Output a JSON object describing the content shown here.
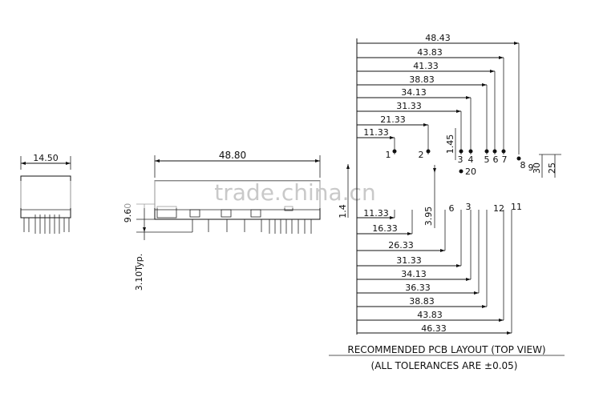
{
  "side_view": {
    "width_dim": "14.50"
  },
  "front_view": {
    "length_dim": "48.80",
    "height_dim": "9.60",
    "pin_dim": "3.10Typ."
  },
  "watermark": "trade.china.cn",
  "pcb_layout": {
    "top_dims": [
      "48.43",
      "43.83",
      "41.33",
      "38.83",
      "34.13",
      "31.33",
      "21.33",
      "11.33"
    ],
    "bottom_dims": [
      "11.33",
      "16.33",
      "26.33",
      "31.33",
      "34.13",
      "36.33",
      "38.83",
      "43.83",
      "46.33"
    ],
    "vertical_dims": [
      "1.45",
      "3.95",
      "1.4",
      "30",
      "25"
    ],
    "pin_numbers": [
      "1",
      "2",
      "3",
      "4",
      "5",
      "6",
      "7",
      "8",
      "9",
      "20",
      "6",
      "3",
      "12",
      "11"
    ],
    "caption": "RECOMMENDED PCB LAYOUT (TOP VIEW)",
    "tolerance": "(ALL TOLERANCES ARE ±0.05)"
  }
}
